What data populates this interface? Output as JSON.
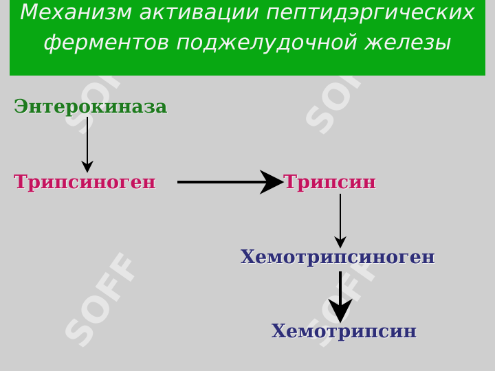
{
  "title": "Механизм активации пептидэргических ферментов поджелудочной железы",
  "nodes": {
    "enterokinase": "Энтерокиназа",
    "trypsinogen": "Трипсиноген",
    "trypsin": "Трипсин",
    "chymotrypsinogen": "Хемотрипсиноген",
    "chymotrypsin": "Хемотрипсин"
  },
  "watermark": "SOFF",
  "colors": {
    "title_bg": "#08a812",
    "background": "#cfcfcf",
    "enterokinase": "#1e7a1e",
    "trypsin_group": "#c5135e",
    "chymotrypsin_group": "#2e2e78"
  }
}
